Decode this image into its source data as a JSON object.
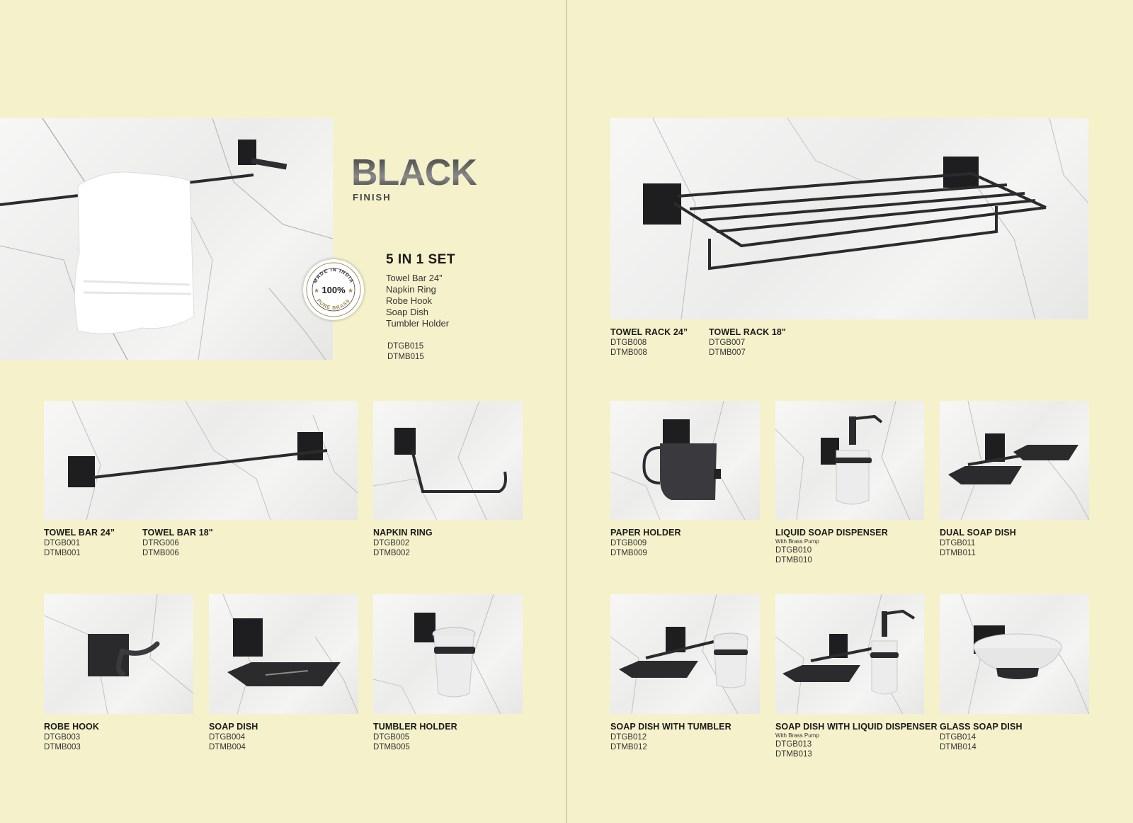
{
  "brand": {
    "title": "BLACK",
    "subtitle": "FINISH"
  },
  "set": {
    "title": "5 IN 1 SET",
    "items": [
      "Towel Bar 24”",
      "Napkin Ring",
      "Robe Hook",
      "Soap Dish",
      "Tumbler Holder"
    ],
    "codes": [
      "DTGB015",
      "DTMB015"
    ]
  },
  "seal": {
    "top_text": "MADE IN INDIA",
    "center_text": "100%",
    "bottom_text": "PURE BRASS"
  },
  "products": {
    "towel_rack_24": {
      "title": "TOWEL RACK 24”",
      "codes": [
        "DTGB008",
        "DTMB008"
      ]
    },
    "towel_rack_18": {
      "title": "TOWEL RACK 18\"",
      "codes": [
        "DTGB007",
        "DTMB007"
      ]
    },
    "towel_bar_24": {
      "title": "TOWEL BAR 24”",
      "codes": [
        "DTGB001",
        "DTMB001"
      ]
    },
    "towel_bar_18": {
      "title": "TOWEL BAR 18\"",
      "codes": [
        "DTRG006",
        "DTMB006"
      ]
    },
    "napkin_ring": {
      "title": "NAPKIN RING",
      "codes": [
        "DTGB002",
        "DTMB002"
      ]
    },
    "paper_holder": {
      "title": "PAPER HOLDER",
      "codes": [
        "DTGB009",
        "DTMB009"
      ]
    },
    "liquid_soap_dispenser": {
      "title": "LIQUID SOAP DISPENSER",
      "note": "With Brass Pump",
      "codes": [
        "DTGB010",
        "DTMB010"
      ]
    },
    "dual_soap_dish": {
      "title": "DUAL SOAP DISH",
      "codes": [
        "DTGB011",
        "DTMB011"
      ]
    },
    "robe_hook": {
      "title": "ROBE HOOK",
      "codes": [
        "DTGB003",
        "DTMB003"
      ]
    },
    "soap_dish": {
      "title": "SOAP DISH",
      "codes": [
        "DTGB004",
        "DTMB004"
      ]
    },
    "tumbler_holder": {
      "title": "TUMBLER HOLDER",
      "codes": [
        "DTGB005",
        "DTMB005"
      ]
    },
    "soap_dish_tumbler": {
      "title": "SOAP DISH WITH TUMBLER",
      "codes": [
        "DTGB012",
        "DTMB012"
      ]
    },
    "soap_dish_liquid": {
      "title": "SOAP DISH WITH LIQUID DISPENSER",
      "note": "With Brass Pump",
      "codes": [
        "DTGB013",
        "DTMB013"
      ]
    },
    "glass_soap_dish": {
      "title": "GLASS SOAP DISH",
      "codes": [
        "DTGB014",
        "DTMB014"
      ]
    }
  },
  "colors": {
    "background": "#f5f1cb",
    "metal": "#2b2b2e",
    "marble": "#f2f2f1"
  }
}
